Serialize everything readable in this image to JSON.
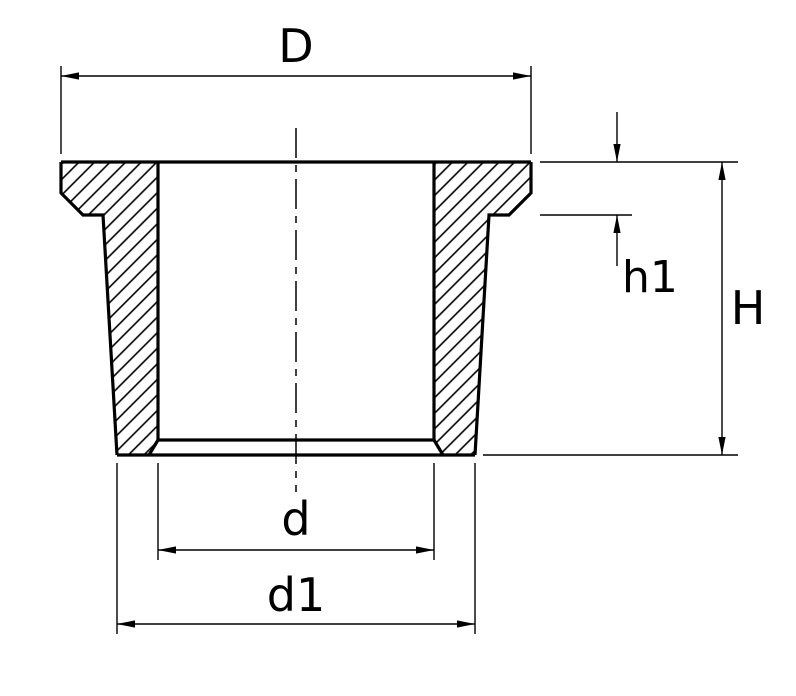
{
  "drawing": {
    "subject": "flanged-bushing-cross-section",
    "labels": {
      "D": "D",
      "d": "d",
      "d1": "d1",
      "H": "H",
      "h1": "h1"
    },
    "colors": {
      "line": "#000000",
      "background": "#ffffff"
    }
  }
}
